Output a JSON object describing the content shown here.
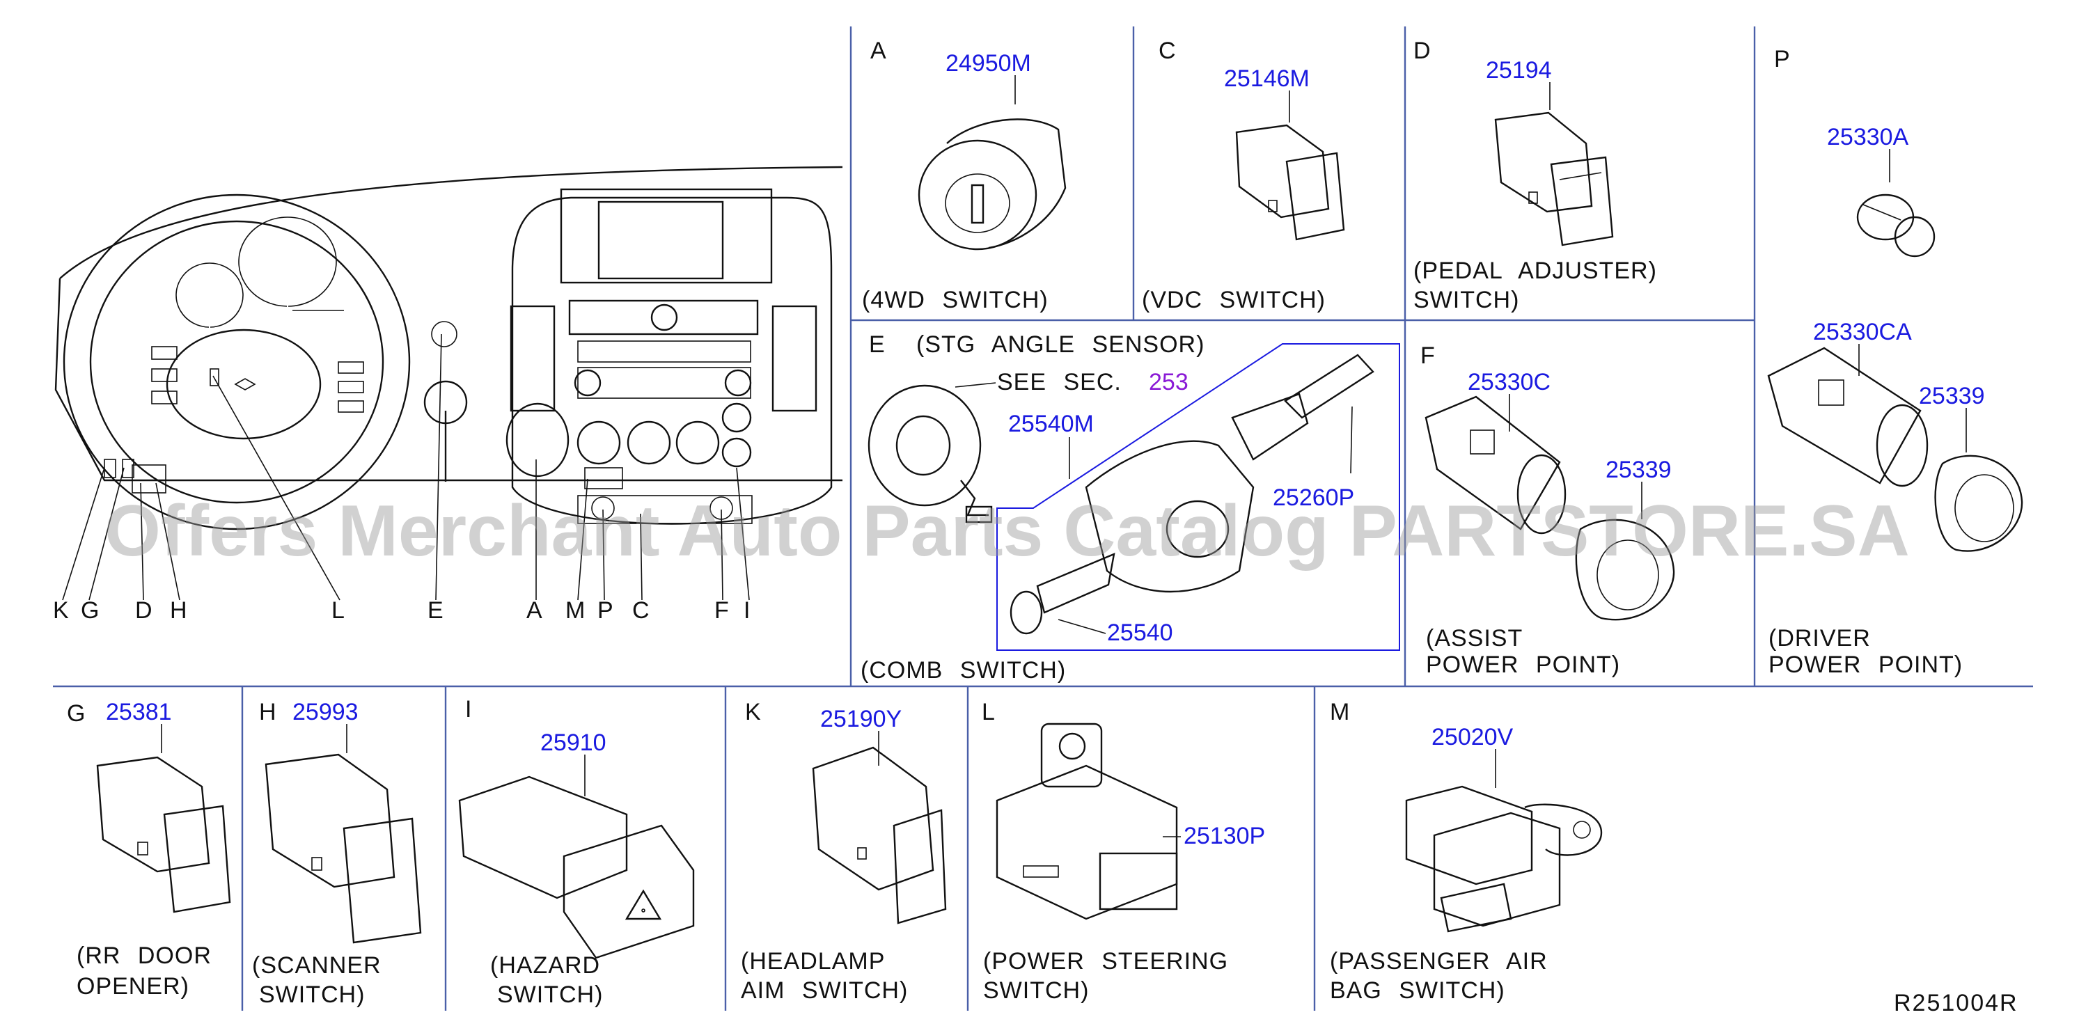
{
  "overview_letters": [
    "K",
    "G",
    "D",
    "H",
    "L",
    "E",
    "A",
    "M",
    "P",
    "C",
    "F",
    "I"
  ],
  "panels": {
    "A": {
      "letter": "A",
      "part": "24950M",
      "caption": [
        "(4WD  SWITCH)"
      ]
    },
    "C": {
      "letter": "C",
      "part": "25146M",
      "caption": [
        "(VDC  SWITCH)"
      ]
    },
    "D": {
      "letter": "D",
      "part": "25194",
      "caption": [
        "(PEDAL  ADJUSTER)",
        "SWITCH)"
      ]
    },
    "P": {
      "letter": "P",
      "parts": [
        "25330A",
        "25330CA",
        "25339"
      ],
      "caption": [
        "(DRIVER",
        "POWER  POINT)"
      ]
    },
    "E": {
      "letter": "E",
      "header": "(STG  ANGLE  SENSOR)",
      "see": "SEE  SEC.",
      "sec": "253",
      "parts": [
        "25540M",
        "25260P",
        "25540"
      ],
      "caption": [
        "(COMB  SWITCH)"
      ]
    },
    "F": {
      "letter": "F",
      "parts": [
        "25330C",
        "25339"
      ],
      "caption": [
        "(ASSIST",
        "POWER  POINT)"
      ]
    },
    "G": {
      "letter": "G",
      "part": "25381",
      "caption": [
        "(RR  DOOR",
        "OPENER)"
      ]
    },
    "H": {
      "letter": "H",
      "part": "25993",
      "caption": [
        "(SCANNER",
        "SWITCH)"
      ]
    },
    "I": {
      "letter": "I",
      "part": "25910",
      "caption": [
        "(HAZARD",
        "SWITCH)"
      ]
    },
    "K": {
      "letter": "K",
      "part": "25190Y",
      "caption": [
        "(HEADLAMP",
        "AIM  SWITCH)"
      ]
    },
    "L": {
      "letter": "L",
      "part": "25130P",
      "caption": [
        "(POWER  STEERING",
        "SWITCH)"
      ]
    },
    "M": {
      "letter": "M",
      "part": "25020V",
      "caption": [
        "(PASSENGER  AIR",
        "BAG  SWITCH)"
      ]
    }
  },
  "reference": "R251004R",
  "watermark": "Offers Merchant Auto Parts Catalog PARTSTORE.SA",
  "colors": {
    "part_number": "#1a1ae0",
    "section_link": "#8a1ad6",
    "line": "#111111",
    "divider": "#4a5fa8",
    "watermark": "#9a9a9a"
  }
}
